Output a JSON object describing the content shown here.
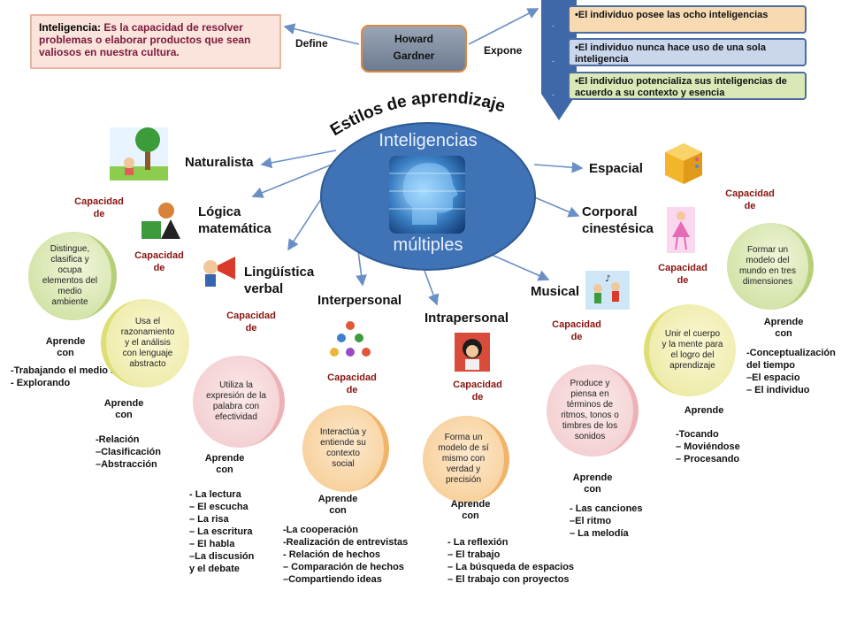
{
  "header": {
    "definition": {
      "term": "Inteligencia:",
      "text": "Es la capacidad de resolver problemas o elaborar  productos que sean valiosos en nuestra cultura."
    },
    "define_label": "Define",
    "author_first": "Howard",
    "author_last": "Gardner",
    "expone_label": "Expone",
    "statements": [
      "•El individuo posee las ocho inteligencias",
      "•El individuo nunca hace uso de una sola inteligencia",
      "•El individuo potencializa sus inteligencias de acuerdo a su contexto y esencia"
    ],
    "chevron_marks": [
      ".",
      ".",
      "."
    ]
  },
  "center": {
    "arc_title": "Estilos de aprendizaje",
    "title_top": "Inteligencias",
    "title_bottom": "múltiples"
  },
  "common": {
    "capacidad": "Capacidad",
    "de": "de",
    "aprende": "Aprende",
    "con": "con"
  },
  "intelligences": {
    "naturalista": {
      "name": "Naturalista",
      "capacity": "Distingue, clasifica y ocupa elementos del medio ambiente",
      "learns": [
        "-Trabajando el medio ambiente",
        "- Explorando"
      ]
    },
    "logica": {
      "name_1": "Lógica",
      "name_2": "matemática",
      "capacity": "Usa el razonamiento y el análisis con lenguaje abstracto",
      "learns": [
        "-Relación",
        "–Clasificación",
        "–Abstracción"
      ]
    },
    "linguistica": {
      "name_1": "Lingüística",
      "name_2": "verbal",
      "capacity": "Utiliza la expresión de la palabra con efectividad",
      "learns": [
        "- La lectura",
        "– El escucha",
        "– La risa",
        "– La escritura",
        "– El habla",
        "–La discusión",
        "  y el debate"
      ]
    },
    "interpersonal": {
      "name": "Interpersonal",
      "capacity": "Interactúa y entiende su contexto social",
      "learns": [
        "-La cooperación",
        "-Realización de entrevistas",
        "- Relación de hechos",
        " – Comparación de hechos",
        "–Compartiendo ideas"
      ]
    },
    "intrapersonal": {
      "name": "Intrapersonal",
      "capacity": "Forma un modelo de sí mismo con verdad y precisión",
      "learns": [
        "- La reflexión",
        " – El trabajo",
        " – La búsqueda de espacios",
        " – El trabajo con proyectos"
      ]
    },
    "musical": {
      "name": "Musical",
      "capacity": "Produce y piensa en términos de ritmos, tonos o timbres de los sonidos",
      "learns": [
        "- Las canciones",
        "–El ritmo",
        " – La melodía"
      ]
    },
    "corporal": {
      "name_1": "Corporal",
      "name_2": "cinestésica",
      "capacity": "Unir el cuerpo y la mente para  el logro del aprendizaje",
      "learns_title": "Aprende",
      "learns": [
        "-Tocando",
        "– Moviéndose",
        "– Procesando"
      ]
    },
    "espacial": {
      "name": "Espacial",
      "capacity": "Formar un modelo del mundo en tres dimensiones",
      "learns": [
        "-Conceptualización",
        "  del tiempo",
        "–El espacio",
        " – El individuo"
      ]
    }
  },
  "colors": {
    "centre": "#3f73b6",
    "capacity_text": "#8a1410",
    "definition_text": "#7a1a3c",
    "statement_border": "#4c6ea2",
    "chevron": "#3f68a8"
  }
}
